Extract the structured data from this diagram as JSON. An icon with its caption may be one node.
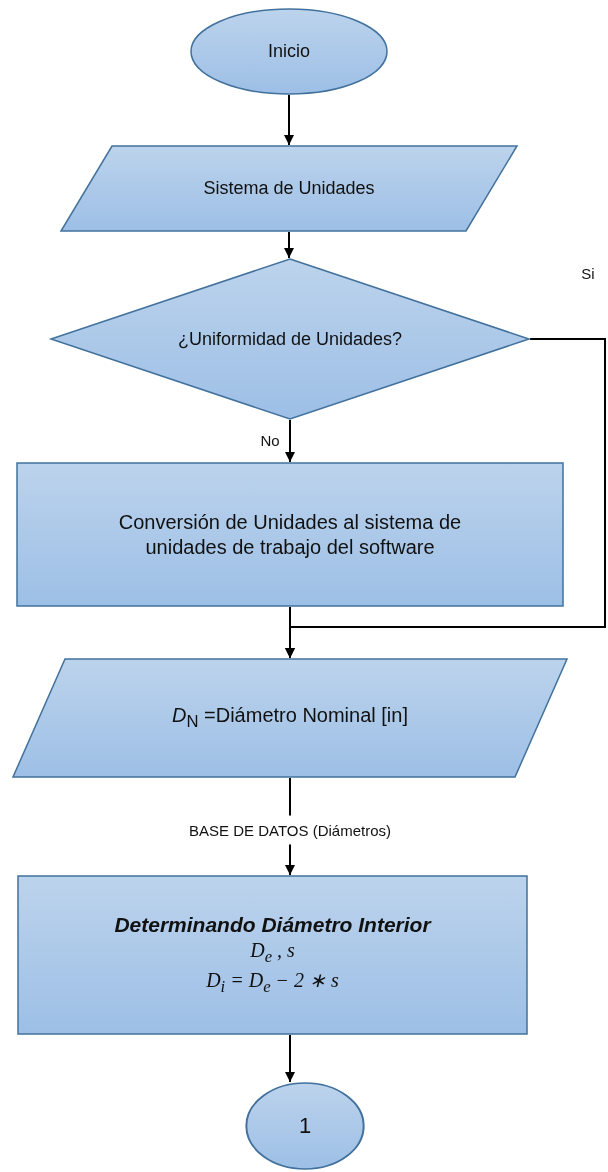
{
  "diagram": {
    "nodes": [
      {
        "text": [
          "Inicio"
        ]
      },
      {
        "text": [
          "Sistema de Unidades"
        ]
      },
      {
        "text": [
          "¿Uniformidad de Unidades?"
        ]
      },
      {
        "text": [
          "Conversión de Unidades al sistema de unidades de trabajo del software"
        ]
      },
      {
        "text": [
          "*D*$_{N}$ =Diámetro Nominal [in]"
        ]
      },
      {
        "text": [
          "Determinando Diámetro Interior",
          "D$_{e}$ , s",
          "D$_{i}$ = D$_{e}$ − 2 ∗ s"
        ]
      },
      {
        "text": [
          "1"
        ]
      }
    ],
    "edges": [
      {
        "from": 0,
        "to": 1,
        "arrow": "to"
      },
      {
        "from": 1,
        "to": 2,
        "arrow": "to"
      },
      {
        "from": 2,
        "to": 3,
        "arrow": "to",
        "label": "No"
      },
      {
        "from": 2,
        "to": 4,
        "arrow": "to",
        "label": "Si"
      },
      {
        "from": 3,
        "to": 4,
        "arrow": "to"
      },
      {
        "from": 4,
        "to": 5,
        "arrow": "to",
        "label": "BASE DE DATOS (Diámetros)"
      },
      {
        "from": 5,
        "to": 6,
        "arrow": "to"
      }
    ]
  }
}
